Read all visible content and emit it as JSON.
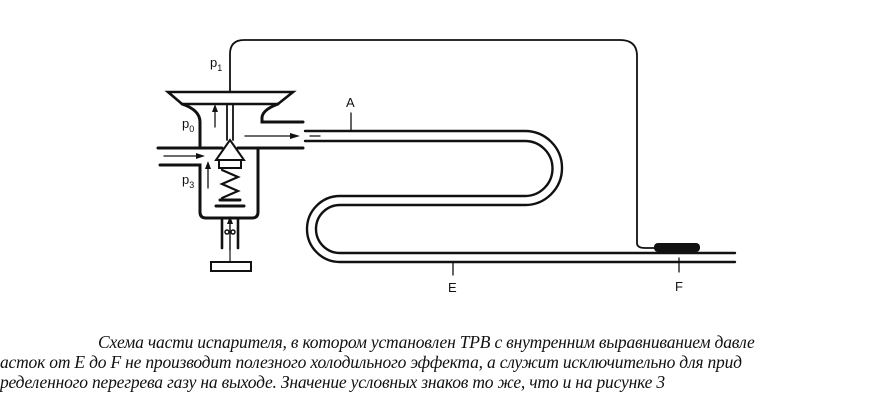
{
  "diagram": {
    "labels": {
      "p1": "p",
      "p1_sub": "1",
      "p0": "p",
      "p0_sub": "0",
      "p3": "p",
      "p3_sub": "3",
      "A": "A",
      "E": "E",
      "F": "F"
    }
  },
  "caption": {
    "line1": "Схема части испарителя, в котором установлен ТРВ с внутренним выравниванием давле",
    "line2": "асток от E до F не производит полезного холодильного эффекта, а служит исключительно для прид",
    "line3": "ределенного перегрева газу на выходе. Значение условных знаков то же, что и на рисунке 3"
  }
}
